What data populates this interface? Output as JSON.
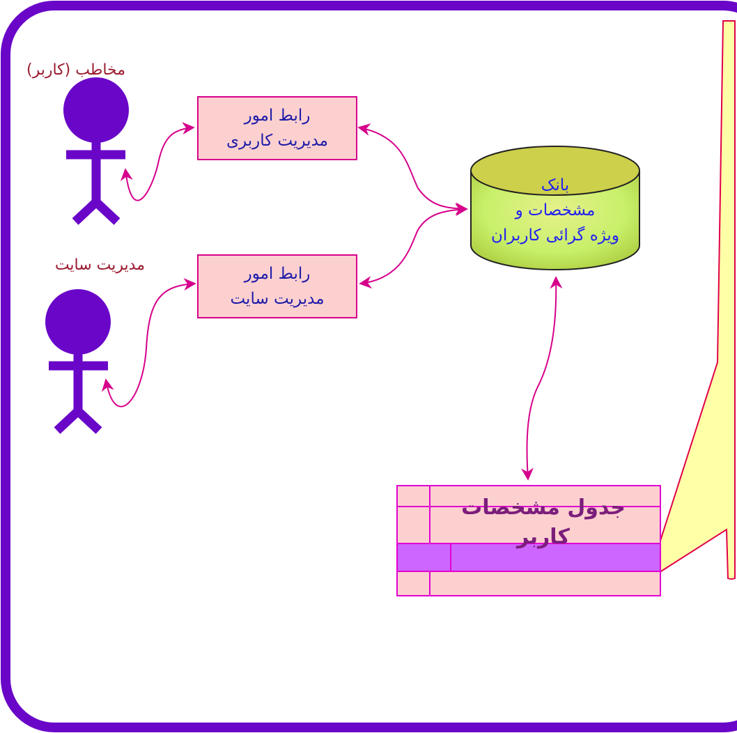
{
  "actors": {
    "user": {
      "label": "مخاطب (کاربر)"
    },
    "admin": {
      "label": "مدیریت سایت"
    }
  },
  "boxes": {
    "user_mgmt": {
      "line1": "رابط امور",
      "line2": "مدیریت  کاربری"
    },
    "site_mgmt": {
      "line1": "رابط  امور",
      "line2": "مدیریت  سایت"
    }
  },
  "database": {
    "line1": "بانک",
    "line2": "مشخصات و",
    "line3": "ویژه گرائی کاربران"
  },
  "table": {
    "line1": "جدول مشخصات",
    "line2": "کاربر"
  },
  "colors": {
    "frame": "#6a06c8",
    "actor": "#6a06c8",
    "arrow": "#d6008b",
    "box_fill": "#fdd0d0",
    "db_fill": "#c8f06a",
    "callout_fill": "#ffffa8",
    "table_row": "#cc66ff"
  }
}
